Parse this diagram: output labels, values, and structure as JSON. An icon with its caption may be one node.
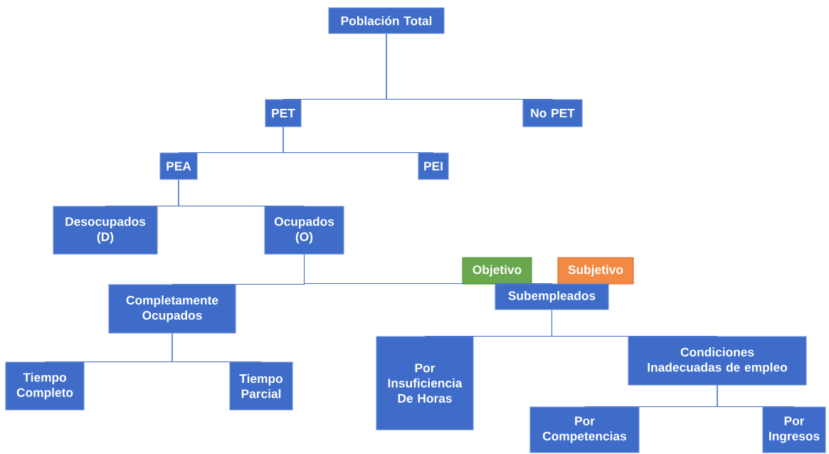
{
  "diagram": {
    "nodes": [
      {
        "text": [
          "Población Total"
        ]
      },
      {
        "text": [
          "PET"
        ]
      },
      {
        "text": [
          "No PET"
        ]
      },
      {
        "text": [
          "PEA"
        ]
      },
      {
        "text": [
          "PEI"
        ]
      },
      {
        "text": [
          "Desocupados (D)"
        ]
      },
      {
        "text": [
          "Ocupados (O)"
        ]
      },
      {
        "text": [
          "Objetivo"
        ]
      },
      {
        "text": [
          "Subjetivo"
        ]
      },
      {
        "text": [
          "Completamente Ocupados"
        ]
      },
      {
        "text": [
          "Subempleados"
        ]
      },
      {
        "text": [
          "Tiempo Completo"
        ]
      },
      {
        "text": [
          "Tiempo Parcial"
        ]
      },
      {
        "text": [
          "Por Insuficiencia De Horas"
        ]
      },
      {
        "text": [
          "Condiciones Inadecuadas de empleo"
        ]
      },
      {
        "text": [
          "Por Competencias"
        ]
      },
      {
        "text": [
          "Por Ingresos"
        ]
      }
    ],
    "edges": [
      {
        "from": 0,
        "to": 1,
        "arrow": "none"
      },
      {
        "from": 0,
        "to": 2,
        "arrow": "none"
      },
      {
        "from": 1,
        "to": 3,
        "arrow": "none"
      },
      {
        "from": 1,
        "to": 4,
        "arrow": "none"
      },
      {
        "from": 3,
        "to": 5,
        "arrow": "none"
      },
      {
        "from": 3,
        "to": 6,
        "arrow": "none"
      },
      {
        "from": 6,
        "to": 9,
        "arrow": "none"
      },
      {
        "from": 6,
        "to": 10,
        "arrow": "none"
      },
      {
        "from": 9,
        "to": 11,
        "arrow": "none"
      },
      {
        "from": 9,
        "to": 12,
        "arrow": "none"
      },
      {
        "from": 10,
        "to": 13,
        "arrow": "none"
      },
      {
        "from": 10,
        "to": 14,
        "arrow": "none"
      },
      {
        "from": 14,
        "to": 15,
        "arrow": "none"
      },
      {
        "from": 14,
        "to": 16,
        "arrow": "none"
      }
    ]
  }
}
